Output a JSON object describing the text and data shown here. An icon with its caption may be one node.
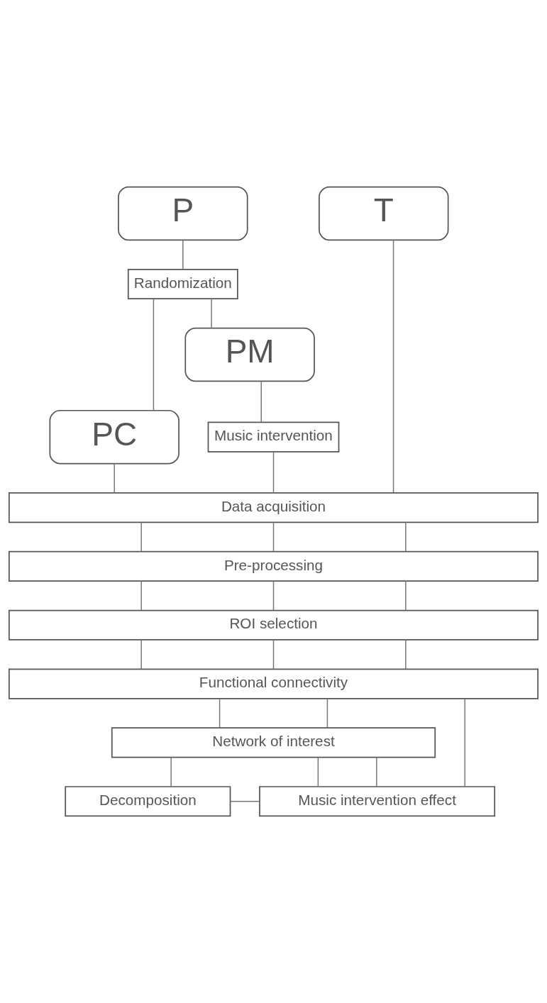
{
  "diagram": {
    "nodes": [
      {
        "text": [
          "P"
        ]
      },
      {
        "text": [
          "T"
        ]
      },
      {
        "text": [
          "Randomization"
        ]
      },
      {
        "text": [
          "PM"
        ]
      },
      {
        "text": [
          "PC"
        ]
      },
      {
        "text": [
          "Music intervention"
        ]
      },
      {
        "text": [
          "Data acquisition"
        ]
      },
      {
        "text": [
          "Pre-processing"
        ]
      },
      {
        "text": [
          "ROI selection"
        ]
      },
      {
        "text": [
          "Functional connectivity"
        ]
      },
      {
        "text": [
          "Network of interest"
        ]
      },
      {
        "text": [
          "Music intervention effect"
        ]
      },
      {
        "text": [
          "Decomposition"
        ]
      }
    ],
    "edges": [
      {
        "from": 0,
        "to": 2,
        "arrow": "none"
      },
      {
        "from": 2,
        "to": 3,
        "arrow": "none"
      },
      {
        "from": 2,
        "to": 4,
        "arrow": "none"
      },
      {
        "from": 3,
        "to": 5,
        "arrow": "none"
      },
      {
        "from": 5,
        "to": 6,
        "arrow": "none"
      },
      {
        "from": 4,
        "to": 6,
        "arrow": "none"
      },
      {
        "from": 1,
        "to": 6,
        "arrow": "none"
      },
      {
        "from": 6,
        "to": 7,
        "arrow": "none"
      },
      {
        "from": 6,
        "to": 7,
        "arrow": "none"
      },
      {
        "from": 6,
        "to": 7,
        "arrow": "none"
      },
      {
        "from": 7,
        "to": 8,
        "arrow": "none"
      },
      {
        "from": 7,
        "to": 8,
        "arrow": "none"
      },
      {
        "from": 7,
        "to": 8,
        "arrow": "none"
      },
      {
        "from": 8,
        "to": 9,
        "arrow": "none"
      },
      {
        "from": 8,
        "to": 9,
        "arrow": "none"
      },
      {
        "from": 8,
        "to": 9,
        "arrow": "none"
      },
      {
        "from": 9,
        "to": 11,
        "arrow": "none"
      },
      {
        "from": 9,
        "to": 10,
        "arrow": "none"
      },
      {
        "from": 9,
        "to": 10,
        "arrow": "none"
      },
      {
        "from": 10,
        "to": 11,
        "arrow": "none"
      },
      {
        "from": 10,
        "to": 11,
        "arrow": "none"
      },
      {
        "from": 10,
        "to": 12,
        "arrow": "none"
      },
      {
        "from": 12,
        "to": 11,
        "arrow": "none"
      }
    ]
  }
}
